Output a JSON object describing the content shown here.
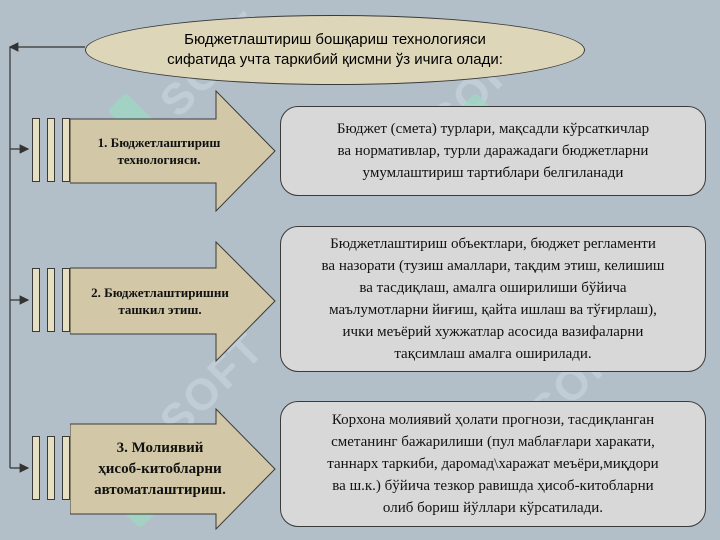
{
  "title": {
    "lines": [
      "Бюджетлаштириш бошқариш технологияси",
      "сифатида  учта таркибий қисмни ўз ичига олади:"
    ]
  },
  "steps": [
    {
      "label_lines": [
        "1. Бюджетлаштириш",
        "технологияси."
      ],
      "description_lines": [
        "Бюджет (смета) турлари, мақсадли кўрсаткичлар",
        "ва нормативлар, турли даражадаги бюджетларни",
        "умумлаштириш тартиблари белгиланади"
      ]
    },
    {
      "label_lines": [
        "2. Бюджетлаштиришни",
        "ташкил этиш."
      ],
      "description_lines": [
        "Бюджетлаштириш объектлари, бюджет регламенти",
        "ва назорати (тузиш амаллари, тақдим этиш, келишиш",
        "ва тасдиқлаш, амалга оширилиши бўйича",
        "маълумотларни йиғиш, қайта ишлаш ва тўғирлаш),",
        "ички меъёрий хужжатлар асосида вазифаларни",
        "тақсимлаш амалга оширилади."
      ]
    },
    {
      "label_lines": [
        "3. Молиявий",
        "ҳисоб-китобларни",
        "автоматлаштириш."
      ],
      "description_lines": [
        "Корхона молиявий ҳолати прогнози, тасдиқланган",
        "сметанинг бажарилиши (пул маблағлари харакати,",
        "таннарх таркиби, даромад\\харажат меъёри,миқдори",
        "ва ш.к.) бўйича тезкор равишда ҳисоб-китобларни",
        "олиб бориш йўллари кўрсатилади."
      ]
    }
  ]
}
